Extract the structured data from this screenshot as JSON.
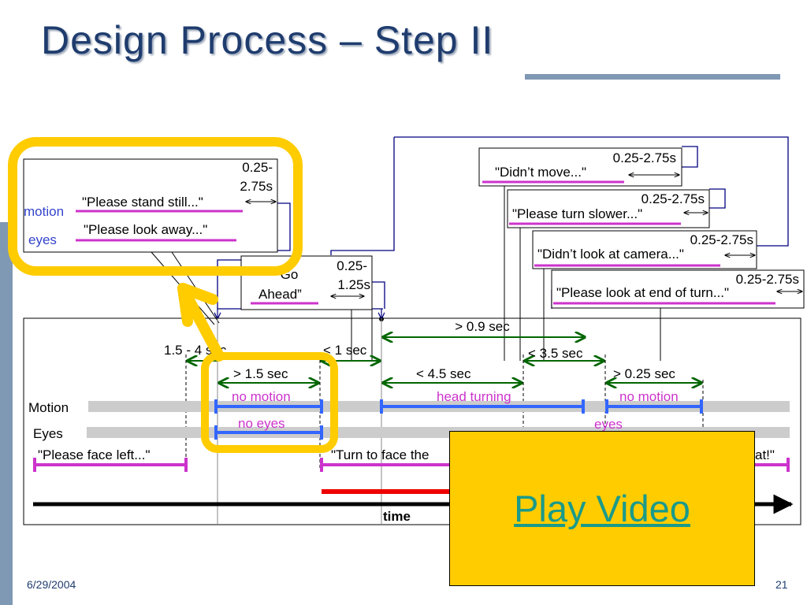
{
  "slide": {
    "title": "Design Process – Step II",
    "date": "6/29/2004",
    "page_number": "21",
    "play_video_label": "Play Video"
  },
  "boxes": {
    "first": {
      "duration": "0.25-2.75s",
      "duration_line1": "0.25-",
      "duration_line2": "2.75s",
      "motion_label": "motion",
      "eyes_label": "eyes",
      "motion_phrase": "\"Please  stand still...\"",
      "eyes_phrase": "\"Please look away...\""
    },
    "go_ahead": {
      "line1": "“Go",
      "line2": "Ahead”",
      "duration_line1": "0.25-",
      "duration_line2": "1.25s"
    },
    "didnt_move": {
      "duration": "0.25-2.75s",
      "phrase": "\"Didn’t move...\""
    },
    "turn_slower": {
      "duration": "0.25-2.75s",
      "phrase": "\"Please turn slower...\""
    },
    "didnt_look": {
      "duration": "0.25-2.75s",
      "phrase": "\"Didn’t look at camera...\""
    },
    "look_end": {
      "duration": "0.25-2.75s",
      "phrase": "\"Please look at end of turn...\""
    }
  },
  "timeline": {
    "motion_label": "Motion",
    "eyes_label": "Eyes",
    "time_label": "time",
    "intervals": {
      "gt_0_9": "> 0.9 sec",
      "range_1_5_4": "1.5 - 4 sec",
      "lt_1": "< 1 sec",
      "lt_3_5": "< 3.5 sec",
      "gt_1_5": "> 1.5 sec",
      "lt_4_5": "< 4.5 sec",
      "gt_0_25": "> 0.25 sec"
    },
    "segments": {
      "no_motion_1": "no motion",
      "head_turning": "head turning",
      "no_motion_2": "no motion",
      "no_eyes": "no eyes",
      "eyes": "eyes"
    },
    "prompts": {
      "face_left": "\"Please face left...\"",
      "turn_to_face": "\"Turn to face the",
      "end_fragment": "at!\""
    }
  },
  "colors": {
    "title": "#1f3c6e",
    "highlight": "#ffcc00",
    "phrase_line": "#cc33cc",
    "interval": "#006600",
    "segment": "#3366ff",
    "connector": "#000080",
    "red_bar": "#ee0000",
    "video_link": "#1a9a8a"
  },
  "icons": {
    "duration_arrows": "double-headed-arrow-icon"
  }
}
